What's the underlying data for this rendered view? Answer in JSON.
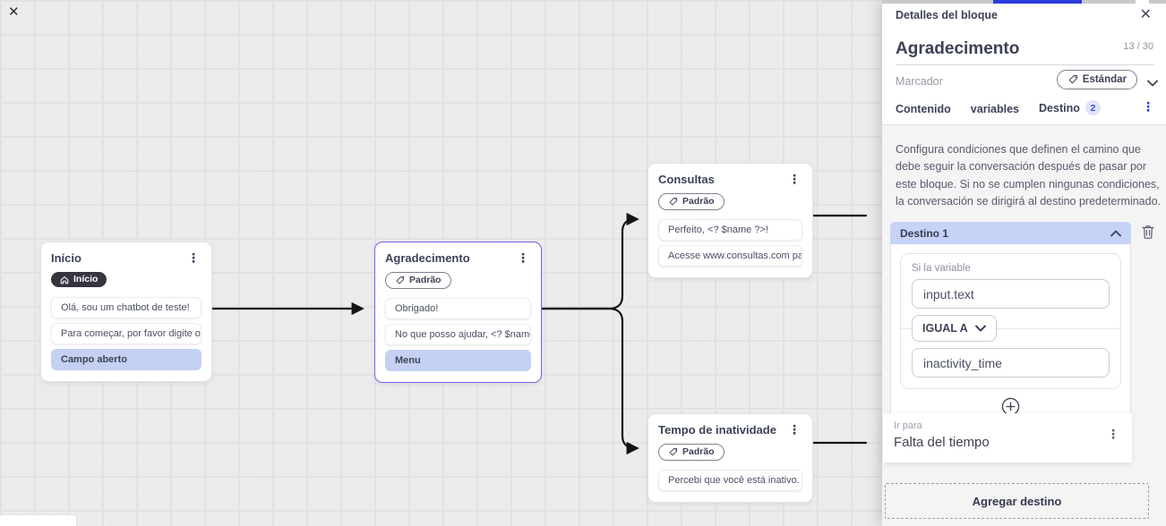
{
  "icons": {
    "kebab": "⋮",
    "close": "✕"
  },
  "colors": {
    "accent_blue": "#2b3cdc",
    "highlight_chip": "#c5d1f3",
    "destination_header": "#c6d2f6",
    "selected_node_border": "#7163f1",
    "canvas_background": "#ececec",
    "badge_dark": "#35343f"
  },
  "canvas": {
    "nodes": [
      {
        "title": "Início",
        "badge": "Início",
        "chips": [
          "Olá, sou um chatbot de teste!",
          "Para começar, por favor digite o ...",
          "Campo aberto"
        ]
      },
      {
        "title": "Agradecimento",
        "badge": "Padrão",
        "chips": [
          "Obrigado!",
          "No que posso ajudar, <? $name ...",
          "Menu"
        ]
      },
      {
        "title": "Consultas",
        "badge": "Padrão",
        "chips": [
          "Perfeito, <? $name ?>!",
          "Acesse www.consultas.com par..."
        ]
      },
      {
        "title": "Tempo de inatividade",
        "badge": "Padrão",
        "chips": [
          "Percebi que você está inativo. C..."
        ]
      }
    ]
  },
  "panel": {
    "header": {
      "title": "Detalles del bloque"
    },
    "block": {
      "name": "Agradecimento",
      "counter": "13 / 30"
    },
    "marker": {
      "label": "Marcador",
      "value": "Estándar"
    },
    "tabs": [
      {
        "label": "Contenido"
      },
      {
        "label": "variables"
      },
      {
        "label": "Destino",
        "badge": "2"
      }
    ],
    "description": "Configura condiciones que definen el camino que debe seguir la conversación después de pasar por este bloque. Si no se cumplen ningunas condiciones, la conversación se dirigirá al destino predeterminado.",
    "destination": {
      "card_title": "Destino 1",
      "condition_label": "Si la variable",
      "variable_value": "input.text",
      "operator": "IGUAL A",
      "value": "inactivity_time",
      "go_to_label": "Ir para",
      "go_to_value": "Falta del tiempo"
    },
    "add_button": "Agregar destino"
  }
}
